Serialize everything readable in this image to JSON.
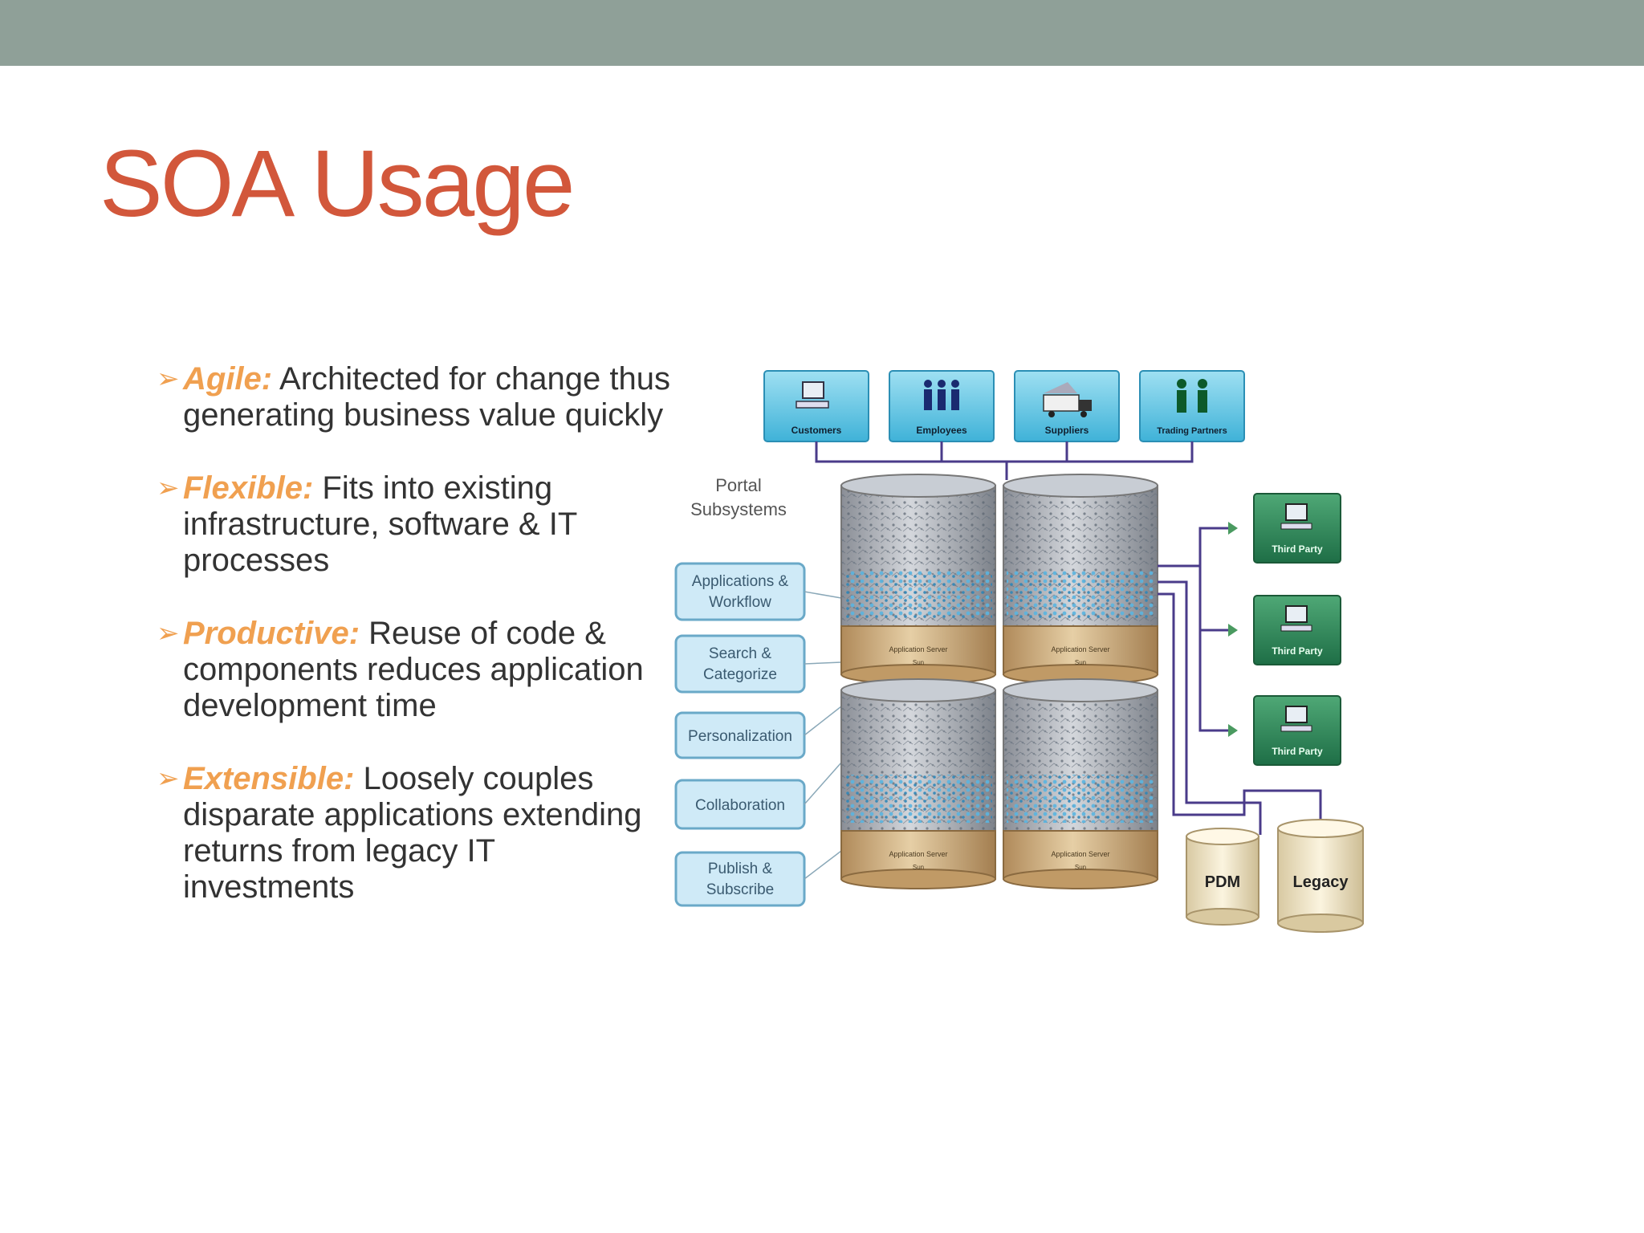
{
  "slide": {
    "title": "SOA Usage",
    "bullets": [
      {
        "term": "Agile:",
        "text": " Architected for change thus generating business value quickly"
      },
      {
        "term": "Flexible:",
        "text": " Fits into existing infrastructure, software & IT processes"
      },
      {
        "term": "Productive:",
        "text": " Reuse of code & components reduces application development time"
      },
      {
        "term": "Extensible:",
        "text": " Loosely couples disparate applications extending returns from legacy IT investments"
      }
    ]
  },
  "diagram": {
    "users": [
      "Customers",
      "Employees",
      "Suppliers",
      "Trading Partners"
    ],
    "portal_label_line1": "Portal",
    "portal_label_line2": "Subsystems",
    "subsystems": [
      [
        "Applications &",
        "Workflow"
      ],
      [
        "Search &",
        "Categorize"
      ],
      [
        "Personalization"
      ],
      [
        "Collaboration"
      ],
      [
        "Publish &",
        "Subscribe"
      ]
    ],
    "app_server_label": "Application Server",
    "app_server_sub": "Sun",
    "third_party": [
      "Third Party",
      "Third Party",
      "Third Party"
    ],
    "databases": [
      "PDM",
      "Legacy"
    ]
  },
  "colors": {
    "title": "#d2573b",
    "bullet_term": "#f0a050",
    "top_bar": "#8fa098",
    "connector": "#4a3b8a"
  }
}
